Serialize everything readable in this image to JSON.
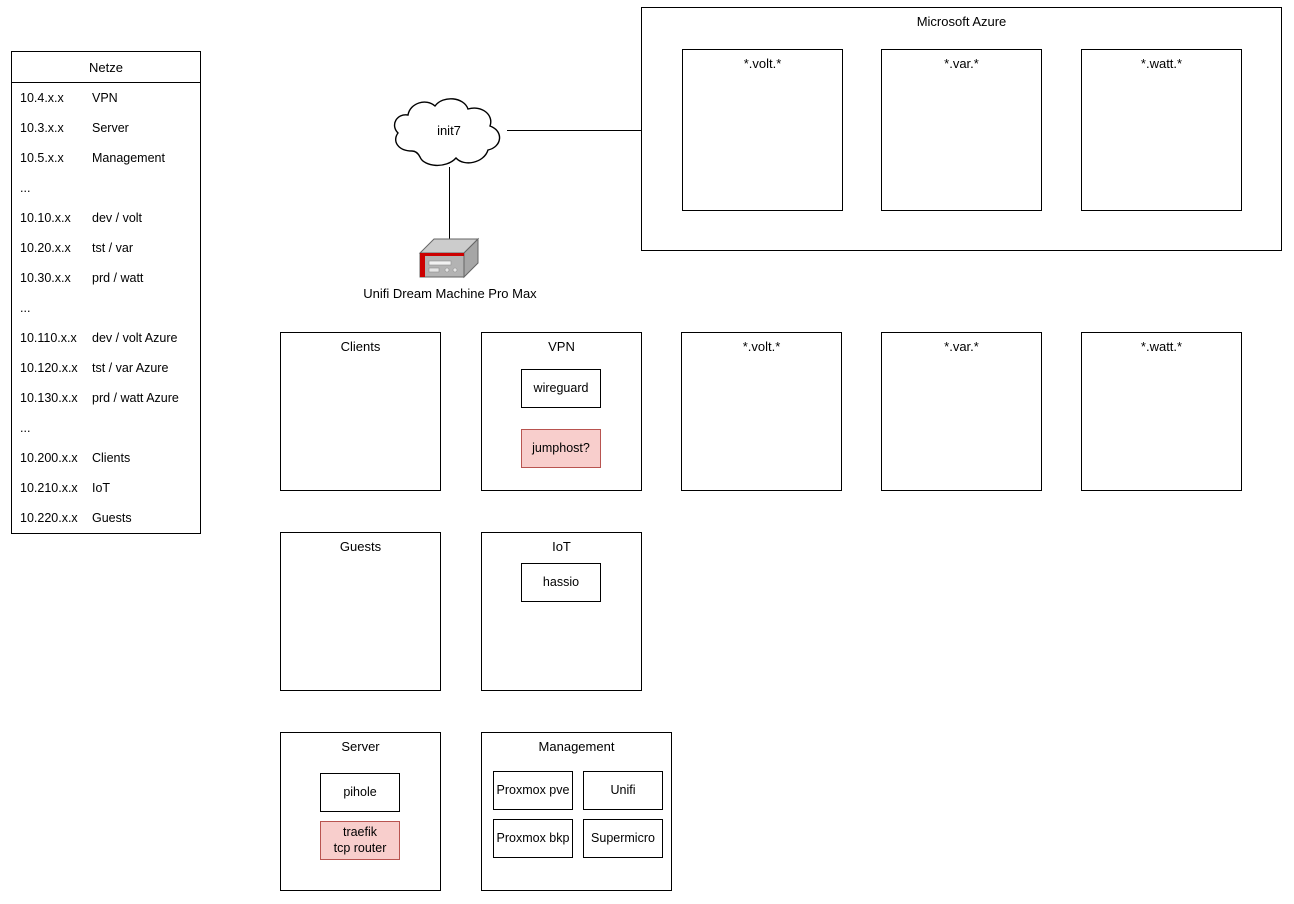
{
  "netze": {
    "title": "Netze",
    "columns": [
      "cidr",
      "name"
    ],
    "rows": [
      {
        "cidr": "10.4.x.x",
        "name": "VPN"
      },
      {
        "cidr": "10.3.x.x",
        "name": "Server"
      },
      {
        "cidr": "10.5.x.x",
        "name": "Management"
      },
      {
        "cidr": "...",
        "name": ""
      },
      {
        "cidr": "10.10.x.x",
        "name": "dev / volt"
      },
      {
        "cidr": "10.20.x.x",
        "name": "tst / var"
      },
      {
        "cidr": "10.30.x.x",
        "name": "prd / watt"
      },
      {
        "cidr": "...",
        "name": ""
      },
      {
        "cidr": "10.110.x.x",
        "name": "dev / volt Azure"
      },
      {
        "cidr": "10.120.x.x",
        "name": "tst / var Azure"
      },
      {
        "cidr": "10.130.x.x",
        "name": "prd / watt Azure"
      },
      {
        "cidr": "...",
        "name": ""
      },
      {
        "cidr": "10.200.x.x",
        "name": "Clients"
      },
      {
        "cidr": "10.210.x.x",
        "name": "IoT"
      },
      {
        "cidr": "10.220.x.x",
        "name": "Guests"
      }
    ]
  },
  "cloud": {
    "label": "init7"
  },
  "router": {
    "caption": "Unifi Dream Machine Pro Max",
    "icon": "firewall-appliance-icon",
    "top_color": "#b3b3b3",
    "accent_color": "#cc0000"
  },
  "azure": {
    "title": "Microsoft Azure",
    "zones": [
      {
        "label": "*.volt.*"
      },
      {
        "label": "*.var.*"
      },
      {
        "label": "*.watt.*"
      }
    ]
  },
  "vlans": {
    "clients": {
      "label": "Clients",
      "nodes": []
    },
    "vpn": {
      "label": "VPN",
      "nodes": [
        {
          "label": "wireguard",
          "style": "plain"
        },
        {
          "label": "jumphost?",
          "style": "pink"
        }
      ]
    },
    "volt": {
      "label": "*.volt.*",
      "nodes": []
    },
    "var": {
      "label": "*.var.*",
      "nodes": []
    },
    "watt": {
      "label": "*.watt.*",
      "nodes": []
    },
    "guests": {
      "label": "Guests",
      "nodes": []
    },
    "iot": {
      "label": "IoT",
      "nodes": [
        {
          "label": "hassio",
          "style": "plain"
        }
      ]
    },
    "server": {
      "label": "Server",
      "nodes": [
        {
          "label": "pihole",
          "style": "plain"
        },
        {
          "label": "traefik\ntcp router",
          "style": "pink"
        }
      ]
    },
    "management": {
      "label": "Management",
      "nodes": [
        {
          "label": "Proxmox pve",
          "style": "plain"
        },
        {
          "label": "Unifi",
          "style": "plain"
        },
        {
          "label": "Proxmox bkp",
          "style": "plain"
        },
        {
          "label": "Supermicro",
          "style": "plain"
        }
      ]
    }
  },
  "colors": {
    "stroke": "#000000",
    "pink_fill": "#f8cecc",
    "pink_stroke": "#b85450",
    "background": "#ffffff"
  }
}
